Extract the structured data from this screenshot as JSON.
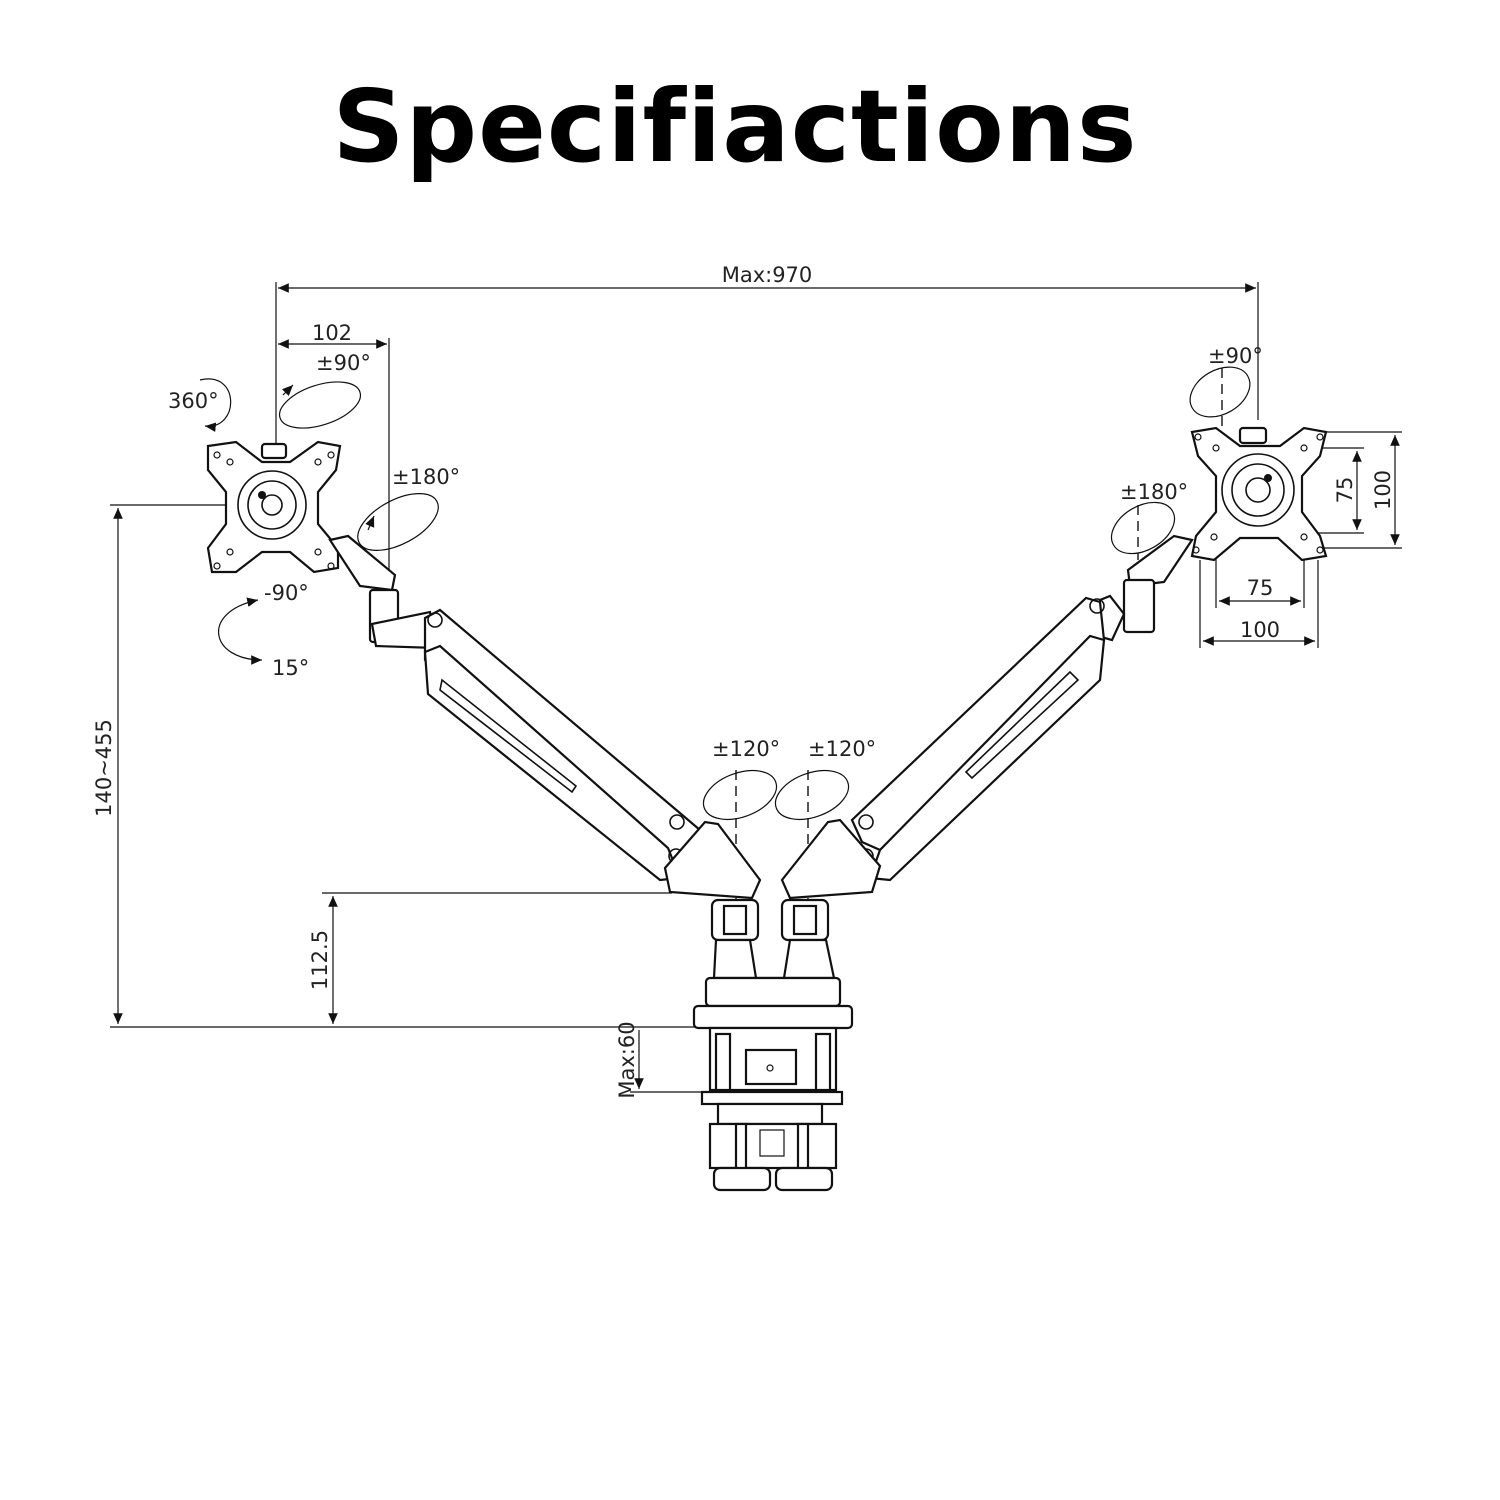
{
  "title": "Specifiactions",
  "dimensions": {
    "max_reach": "Max:970",
    "tilt_width": "102",
    "height_range": "140~455",
    "base_height": "112.5",
    "clamp_max": "Max:60",
    "vesa_h_inner": "75",
    "vesa_h_outer": "100",
    "vesa_v_inner": "75",
    "vesa_v_outer": "100"
  },
  "rotations": {
    "swivel_360": "360°",
    "tilt_left": "±90°",
    "rotate_left": "±180°",
    "tilt_down": "-90°",
    "tilt_up": "15°",
    "tilt_right": "±90°",
    "rotate_right": "±180°",
    "base_left": "±120°",
    "base_right": "±120°"
  }
}
